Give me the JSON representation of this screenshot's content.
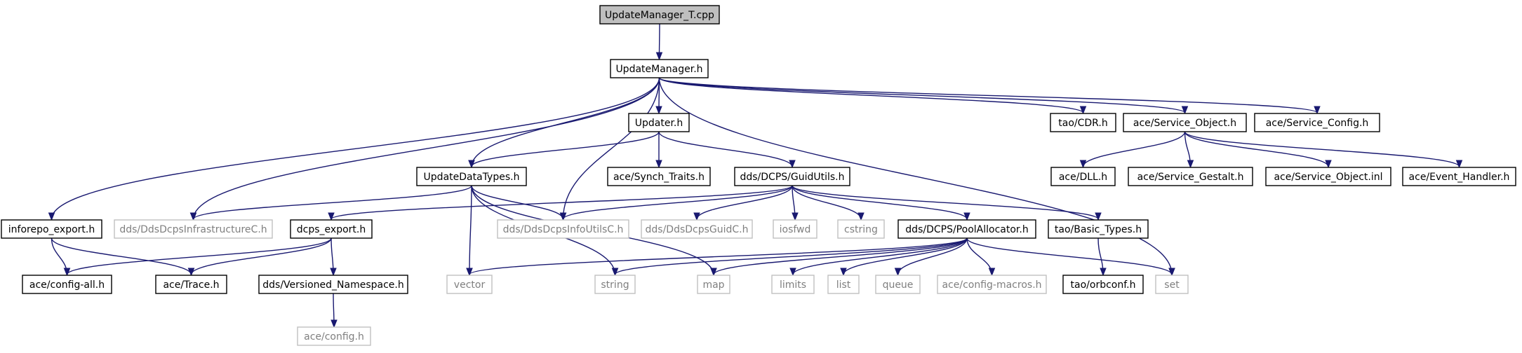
{
  "diagram": {
    "nodes": [
      {
        "id": "root",
        "label": "UpdateManager_T.cpp",
        "style": "root"
      },
      {
        "id": "um",
        "label": "UpdateManager.h",
        "style": "normal"
      },
      {
        "id": "updater",
        "label": "Updater.h",
        "style": "normal"
      },
      {
        "id": "tao_cdr",
        "label": "tao/CDR.h",
        "style": "normal"
      },
      {
        "id": "svc_obj",
        "label": "ace/Service_Object.h",
        "style": "normal"
      },
      {
        "id": "svc_cfg",
        "label": "ace/Service_Config.h",
        "style": "normal"
      },
      {
        "id": "udt",
        "label": "UpdateDataTypes.h",
        "style": "normal"
      },
      {
        "id": "synch",
        "label": "ace/Synch_Traits.h",
        "style": "normal"
      },
      {
        "id": "guid",
        "label": "dds/DCPS/GuidUtils.h",
        "style": "normal"
      },
      {
        "id": "dll",
        "label": "ace/DLL.h",
        "style": "normal"
      },
      {
        "id": "gestalt",
        "label": "ace/Service_Gestalt.h",
        "style": "normal"
      },
      {
        "id": "svc_inl",
        "label": "ace/Service_Object.inl",
        "style": "normal"
      },
      {
        "id": "evh",
        "label": "ace/Event_Handler.h",
        "style": "normal"
      },
      {
        "id": "inforepo",
        "label": "inforepo_export.h",
        "style": "normal"
      },
      {
        "id": "infra",
        "label": "dds/DdsDcpsInfrastructureC.h",
        "style": "external"
      },
      {
        "id": "dcps_exp",
        "label": "dcps_export.h",
        "style": "normal"
      },
      {
        "id": "infoutils",
        "label": "dds/DdsDcpsInfoUtilsC.h",
        "style": "external"
      },
      {
        "id": "guidc",
        "label": "dds/DdsDcpsGuidC.h",
        "style": "external"
      },
      {
        "id": "iosfwd",
        "label": "iosfwd",
        "style": "external"
      },
      {
        "id": "cstring",
        "label": "cstring",
        "style": "external"
      },
      {
        "id": "pool",
        "label": "dds/DCPS/PoolAllocator.h",
        "style": "normal"
      },
      {
        "id": "basic",
        "label": "tao/Basic_Types.h",
        "style": "normal"
      },
      {
        "id": "cfg_all",
        "label": "ace/config-all.h",
        "style": "normal"
      },
      {
        "id": "trace",
        "label": "ace/Trace.h",
        "style": "normal"
      },
      {
        "id": "vns",
        "label": "dds/Versioned_Namespace.h",
        "style": "normal"
      },
      {
        "id": "vector",
        "label": "vector",
        "style": "external"
      },
      {
        "id": "string",
        "label": "string",
        "style": "external"
      },
      {
        "id": "map",
        "label": "map",
        "style": "external"
      },
      {
        "id": "limits",
        "label": "limits",
        "style": "external"
      },
      {
        "id": "list",
        "label": "list",
        "style": "external"
      },
      {
        "id": "queue",
        "label": "queue",
        "style": "external"
      },
      {
        "id": "cfg_macros",
        "label": "ace/config-macros.h",
        "style": "external"
      },
      {
        "id": "orbconf",
        "label": "tao/orbconf.h",
        "style": "normal"
      },
      {
        "id": "set",
        "label": "set",
        "style": "external"
      },
      {
        "id": "ace_cfg",
        "label": "ace/config.h",
        "style": "external"
      }
    ],
    "edges": [
      [
        "root",
        "um"
      ],
      [
        "um",
        "inforepo"
      ],
      [
        "um",
        "infra"
      ],
      [
        "um",
        "udt"
      ],
      [
        "um",
        "infoutils"
      ],
      [
        "um",
        "updater"
      ],
      [
        "um",
        "set"
      ],
      [
        "um",
        "tao_cdr"
      ],
      [
        "um",
        "svc_obj"
      ],
      [
        "um",
        "svc_cfg"
      ],
      [
        "updater",
        "udt"
      ],
      [
        "updater",
        "synch"
      ],
      [
        "updater",
        "guid"
      ],
      [
        "udt",
        "infra"
      ],
      [
        "udt",
        "infoutils"
      ],
      [
        "udt",
        "vector"
      ],
      [
        "udt",
        "string"
      ],
      [
        "udt",
        "map"
      ],
      [
        "guid",
        "dcps_exp"
      ],
      [
        "guid",
        "infoutils"
      ],
      [
        "guid",
        "guidc"
      ],
      [
        "guid",
        "iosfwd"
      ],
      [
        "guid",
        "cstring"
      ],
      [
        "guid",
        "pool"
      ],
      [
        "guid",
        "basic"
      ],
      [
        "svc_obj",
        "dll"
      ],
      [
        "svc_obj",
        "gestalt"
      ],
      [
        "svc_obj",
        "svc_inl"
      ],
      [
        "svc_obj",
        "evh"
      ],
      [
        "inforepo",
        "cfg_all"
      ],
      [
        "inforepo",
        "trace"
      ],
      [
        "dcps_exp",
        "cfg_all"
      ],
      [
        "dcps_exp",
        "trace"
      ],
      [
        "dcps_exp",
        "vns"
      ],
      [
        "vns",
        "ace_cfg"
      ],
      [
        "pool",
        "vector"
      ],
      [
        "pool",
        "string"
      ],
      [
        "pool",
        "map"
      ],
      [
        "pool",
        "limits"
      ],
      [
        "pool",
        "list"
      ],
      [
        "pool",
        "queue"
      ],
      [
        "pool",
        "cfg_macros"
      ],
      [
        "pool",
        "set"
      ],
      [
        "basic",
        "orbconf"
      ]
    ]
  }
}
